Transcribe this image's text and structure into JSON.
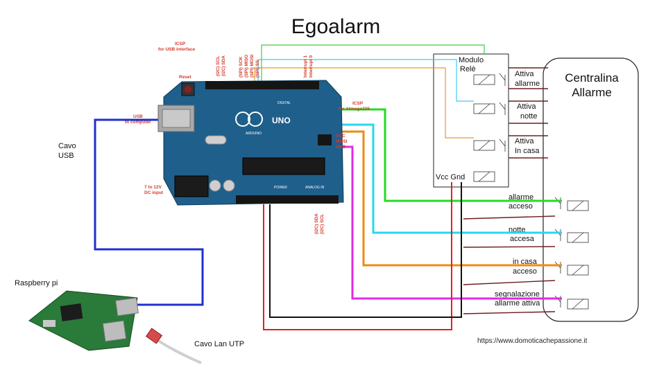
{
  "title": "Egoalarm",
  "cable_usb": [
    "Cavo",
    "USB"
  ],
  "raspberry_label": "Raspberry pi",
  "lan_label": "Cavo Lan UTP",
  "relay_module": {
    "title": [
      "Modulo",
      "Relè"
    ],
    "power": "Vcc  Gnd",
    "outputs": [
      [
        "Attiva",
        "allarme"
      ],
      [
        "Attiva",
        "notte"
      ],
      [
        "Attiva",
        "In casa"
      ]
    ]
  },
  "alarm_panel": [
    "Centralina",
    "Allarme"
  ],
  "inputs": [
    [
      "allarme",
      "acceso"
    ],
    [
      "notte",
      "accesa"
    ],
    [
      "in casa",
      "acceso"
    ],
    [
      "segnalazione",
      "allarme attiva"
    ]
  ],
  "arduino": {
    "icsp_usb": [
      "ICSP",
      "for USB interface"
    ],
    "reset": "Reset",
    "usb_to_computer": [
      "USB",
      "to computer"
    ],
    "dc_input": [
      "7 to 12V",
      "DC input"
    ],
    "icsp_atmega": [
      "ICSP",
      "for Atmega328"
    ],
    "spi_labels": [
      "(I2C) SCL",
      "(I2C) SDA",
      "(SPI) SCK",
      "(SPI) MISO",
      "(SPI) MOSI",
      "(SPI) SS"
    ],
    "interrupt_labels": [
      "Interrupt 1",
      "Interrupt 0"
    ],
    "icsp_pins": [
      "VCC",
      "MOSI",
      "GND"
    ],
    "analog_labels": [
      "(I2C) SDA",
      "(I2C) SCL"
    ],
    "board_text": [
      "ARDUINO",
      "UNO",
      "DIGITAL",
      "POWER",
      "ANALOG IN"
    ]
  },
  "wire_colors": {
    "usb": "#1f2fd0",
    "green": "#22dd22",
    "cyan": "#29d6f0",
    "orange": "#ee8b10",
    "magenta": "#e02be0",
    "red": "#e02020",
    "black": "#111111",
    "brown": "#6b1e1e",
    "thin_green": "#44cc44",
    "thin_cyan": "#44c8f0",
    "thin_orange": "#e89a30"
  },
  "url": "https://www.domoticachepassione.it"
}
